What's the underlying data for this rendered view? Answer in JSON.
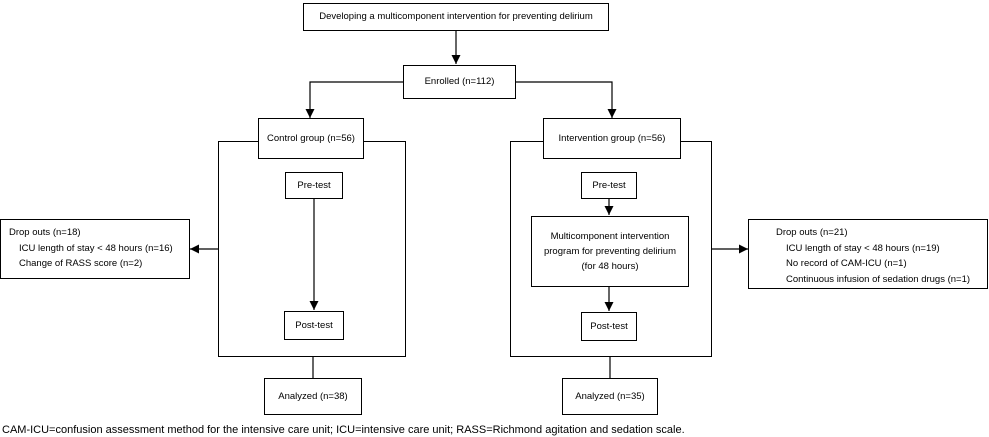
{
  "flow": {
    "top_title": "Developing a multicomponent intervention for preventing delirium",
    "enrolled": "Enrolled (n=112)",
    "control": {
      "group": "Control group (n=56)",
      "pretest": "Pre-test",
      "posttest": "Post-test",
      "analyzed": "Analyzed (n=38)",
      "dropouts": {
        "title": "Drop outs (n=18)",
        "items": [
          "ICU length of stay < 48 hours (n=16)",
          "Change of RASS score (n=2)"
        ]
      }
    },
    "intervention": {
      "group": "Intervention group (n=56)",
      "pretest": "Pre-test",
      "program": [
        "Multicomponent intervention",
        "program for preventing delirium",
        "(for 48 hours)"
      ],
      "posttest": "Post-test",
      "analyzed": "Analyzed (n=35)",
      "dropouts": {
        "title": "Drop outs (n=21)",
        "items": [
          "ICU length of stay < 48 hours (n=19)",
          "No record of CAM-ICU (n=1)",
          "Continuous infusion of sedation drugs (n=1)"
        ]
      }
    }
  },
  "footnote": "CAM-ICU=confusion assessment method for the intensive care unit; ICU=intensive care unit; RASS=Richmond agitation and sedation scale.",
  "colors": {
    "line": "#000000",
    "background": "#ffffff"
  }
}
